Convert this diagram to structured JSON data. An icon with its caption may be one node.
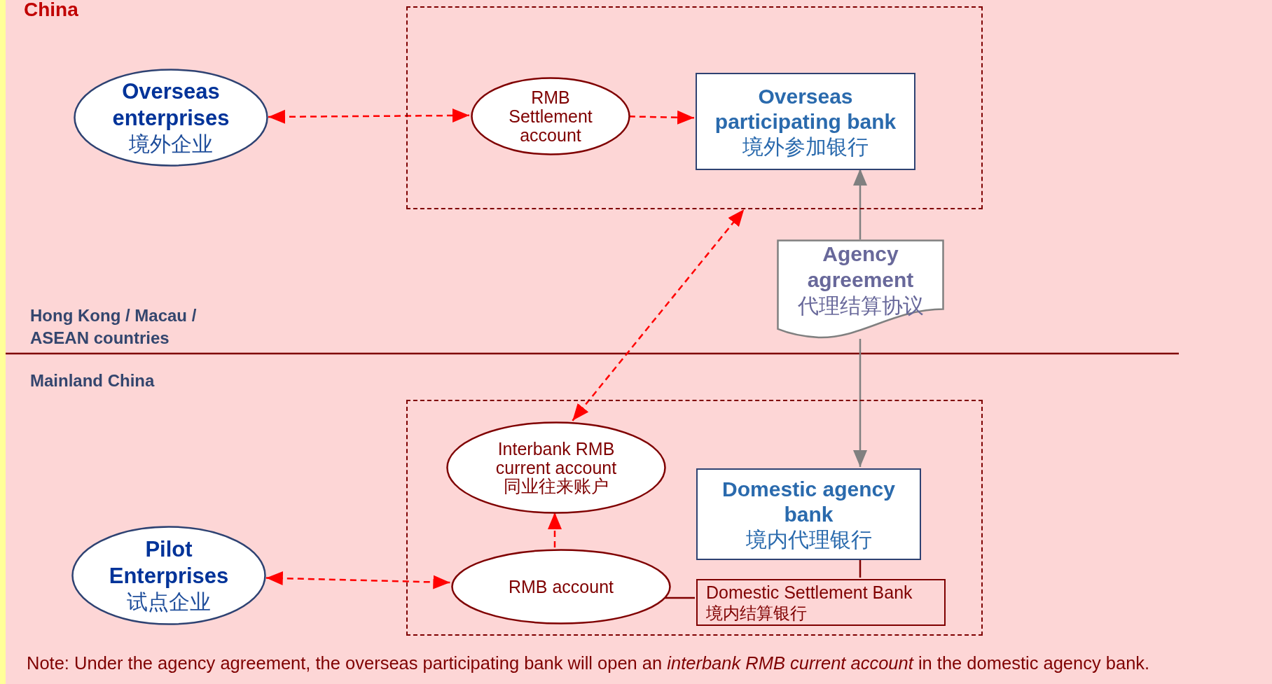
{
  "diagram": {
    "nodes": [
      {
        "text": [],
        "shape": "box"
      },
      {
        "text": [
          "Overseas enterprises",
          "境外企业"
        ]
      },
      {
        "text": [
          "RMB Settlement account"
        ],
        "in": 0
      },
      {
        "text": [
          "Overseas participating bank",
          "境外参加银行"
        ],
        "in": 0
      },
      {
        "text": [
          "Agency agreement",
          "代理结算协议"
        ]
      },
      {
        "text": [],
        "shape": "box"
      },
      {
        "text": [
          "Interbank RMB current account",
          "同业往来账户"
        ],
        "in": 5
      },
      {
        "text": [
          "Domestic agency bank",
          "境内代理银行"
        ],
        "in": 5
      },
      {
        "text": [
          "Pilot Enterprises",
          "试点企业"
        ]
      },
      {
        "text": [
          "RMB account"
        ],
        "in": 5
      },
      {
        "text": [
          "Domestic Settlement Bank",
          "境内结算银行"
        ],
        "in": 5
      }
    ],
    "edges": [
      {
        "from": 1,
        "to": 2,
        "arrow": "both",
        "style": "dashed"
      },
      {
        "from": 2,
        "to": 3,
        "arrow": "to",
        "style": "dashed"
      },
      {
        "from": 4,
        "to": 3,
        "arrow": "to",
        "color": "#808080"
      },
      {
        "from": 4,
        "to": 7,
        "arrow": "to",
        "color": "#808080"
      },
      {
        "from": 6,
        "to": 0,
        "arrow": "both",
        "style": "dashed"
      },
      {
        "from": 8,
        "to": 9,
        "arrow": "both",
        "style": "dashed"
      },
      {
        "from": 9,
        "to": 6,
        "arrow": "to",
        "style": "dashed"
      },
      {
        "from": 9,
        "to": 10,
        "arrow": "none",
        "color": "#7f0000"
      },
      {
        "from": 7,
        "to": 10,
        "arrow": "none",
        "color": "#7f0000"
      }
    ],
    "labels": [
      "China",
      "Hong Kong / Macau / ASEAN countries",
      "Mainland China",
      "Note: Under the agency agreement, the overseas participating bank will open an *interbank RMB current account* in the domestic agency bank."
    ]
  }
}
